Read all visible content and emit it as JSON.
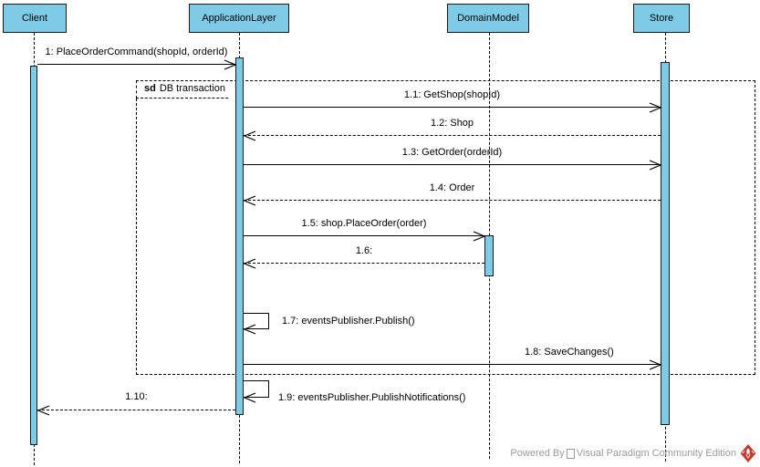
{
  "diagram": {
    "type": "uml-sequence-diagram",
    "participants": [
      {
        "name": "Client"
      },
      {
        "name": "ApplicationLayer"
      },
      {
        "name": "DomainModel"
      },
      {
        "name": "Store"
      }
    ],
    "fragment": {
      "operator": "sd",
      "name": "DB transaction"
    },
    "messages": [
      {
        "id": "1",
        "label": "1: PlaceOrderCommand(shopId, orderId)",
        "type": "sync",
        "from": "Client",
        "to": "ApplicationLayer"
      },
      {
        "id": "1.1",
        "label": "1.1: GetShop(shopId)",
        "type": "sync",
        "from": "ApplicationLayer",
        "to": "Store"
      },
      {
        "id": "1.2",
        "label": "1.2: Shop",
        "type": "return",
        "from": "Store",
        "to": "ApplicationLayer"
      },
      {
        "id": "1.3",
        "label": "1.3: GetOrder(orderId)",
        "type": "sync",
        "from": "ApplicationLayer",
        "to": "Store"
      },
      {
        "id": "1.4",
        "label": "1.4: Order",
        "type": "return",
        "from": "Store",
        "to": "ApplicationLayer"
      },
      {
        "id": "1.5",
        "label": "1.5: shop.PlaceOrder(order)",
        "type": "sync",
        "from": "ApplicationLayer",
        "to": "DomainModel"
      },
      {
        "id": "1.6",
        "label": "1.6:",
        "type": "return",
        "from": "DomainModel",
        "to": "ApplicationLayer"
      },
      {
        "id": "1.7",
        "label": "1.7: eventsPublisher.Publish()",
        "type": "self",
        "from": "ApplicationLayer",
        "to": "ApplicationLayer"
      },
      {
        "id": "1.8",
        "label": "1.8: SaveChanges()",
        "type": "sync",
        "from": "ApplicationLayer",
        "to": "Store"
      },
      {
        "id": "1.9",
        "label": "1.9: eventsPublisher.PublishNotifications()",
        "type": "self",
        "from": "ApplicationLayer",
        "to": "ApplicationLayer"
      },
      {
        "id": "1.10",
        "label": "1.10:",
        "type": "return",
        "from": "ApplicationLayer",
        "to": "Client"
      }
    ],
    "watermark": {
      "text_before": "Powered By",
      "text_after": "Visual Paradigm Community Edition"
    },
    "colors": {
      "lifeline_fill": "#7ecbe8",
      "shape_border": "#1a1a1a",
      "message_line": "#000000",
      "watermark_text": "#9a9a9a",
      "logo_red": "#c8372d"
    }
  }
}
